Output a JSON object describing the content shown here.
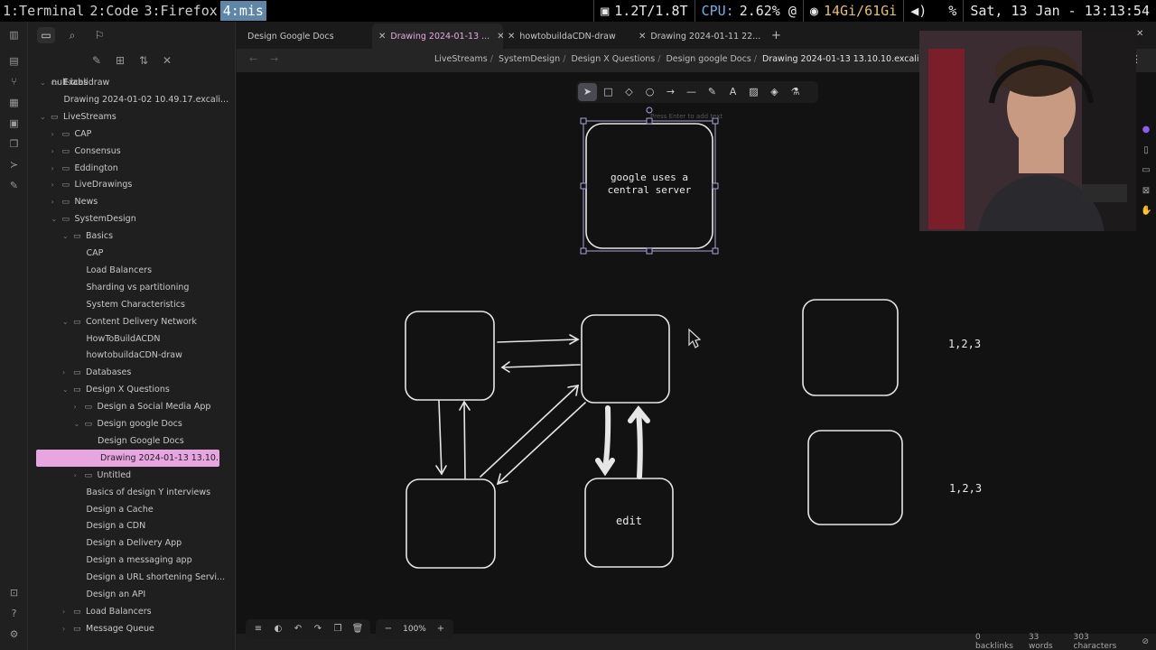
{
  "statusbar": {
    "workspaces": [
      {
        "label": "1:Terminal",
        "active": false
      },
      {
        "label": "2:Code",
        "active": false
      },
      {
        "label": "3:Firefox",
        "active": false
      },
      {
        "label": "4:mis",
        "active": true
      }
    ],
    "disk": "1.2T/1.8T",
    "cpu_label": "CPU:",
    "cpu_value": "2.62% @",
    "memory": "14Gi/61Gi",
    "volume": "%",
    "datetime": "Sat, 13 Jan - 13:13:54"
  },
  "explorer": {
    "vault": "null-labs",
    "items": [
      {
        "label": "Excalidraw",
        "type": "folder",
        "open": true
      },
      {
        "label": "Drawing 2024-01-02 10.49.17.excali...",
        "type": "file"
      },
      {
        "label": "LiveStreams",
        "type": "folder",
        "open": true
      },
      {
        "label": "CAP",
        "type": "folder",
        "open": false
      },
      {
        "label": "Consensus",
        "type": "folder",
        "open": false
      },
      {
        "label": "Eddington",
        "type": "folder",
        "open": false
      },
      {
        "label": "LiveDrawings",
        "type": "folder",
        "open": false
      },
      {
        "label": "News",
        "type": "folder",
        "open": false
      },
      {
        "label": "SystemDesign",
        "type": "folder",
        "open": true
      },
      {
        "label": "Basics",
        "type": "folder",
        "open": true
      },
      {
        "label": "CAP",
        "type": "file"
      },
      {
        "label": "Load Balancers",
        "type": "file"
      },
      {
        "label": "Sharding vs partitioning",
        "type": "file"
      },
      {
        "label": "System Characteristics",
        "type": "file"
      },
      {
        "label": "Content Delivery Network",
        "type": "folder",
        "open": true
      },
      {
        "label": "HowToBuildACDN",
        "type": "file"
      },
      {
        "label": "howtobuildaCDN-draw",
        "type": "file"
      },
      {
        "label": "Databases",
        "type": "folder",
        "open": false
      },
      {
        "label": "Design X Questions",
        "type": "folder",
        "open": true
      },
      {
        "label": "Design a Social Media App",
        "type": "folder",
        "open": false
      },
      {
        "label": "Design google Docs",
        "type": "folder",
        "open": true
      },
      {
        "label": "Design Google Docs",
        "type": "file"
      },
      {
        "label": "Drawing 2024-01-13 13.10.1...",
        "type": "file",
        "active": true
      },
      {
        "label": "Untitled",
        "type": "folder",
        "open": false
      },
      {
        "label": "Basics of design Y interviews",
        "type": "file"
      },
      {
        "label": "Design a Cache",
        "type": "file"
      },
      {
        "label": "Design a CDN",
        "type": "file"
      },
      {
        "label": "Design a Delivery App",
        "type": "file"
      },
      {
        "label": "Design a messaging app",
        "type": "file"
      },
      {
        "label": "Design a URL shortening Servi...",
        "type": "file"
      },
      {
        "label": "Design an API",
        "type": "file"
      },
      {
        "label": "Load Balancers",
        "type": "folder",
        "open": false
      },
      {
        "label": "Message Queue",
        "type": "folder",
        "open": false
      }
    ]
  },
  "tabs": [
    {
      "label": "Design Google Docs",
      "active": false,
      "closable": false
    },
    {
      "label": "Drawing 2024-01-13 ...",
      "active": true,
      "closable": true
    },
    {
      "label": "howtobuildaCDN-draw",
      "active": false,
      "closable": true
    },
    {
      "label": "Drawing 2024-01-11 22...",
      "active": false,
      "closable": true
    }
  ],
  "breadcrumb": [
    "LiveStreams",
    "SystemDesign",
    "Design X Questions",
    "Design google Docs",
    "Drawing 2024-01-13 13.10.10.excalidraw"
  ],
  "canvas": {
    "hint": "Press Enter to add text",
    "central_box_text": "google uses a central server",
    "edit_box_text": "edit",
    "label_1": "1,2,3",
    "label_2": "1,2,3"
  },
  "toolbar_icons": [
    "selection-icon",
    "rectangle-icon",
    "diamond-icon",
    "ellipse-icon",
    "arrow-icon",
    "line-icon",
    "pencil-icon",
    "text-icon",
    "image-icon",
    "eraser-icon",
    "library-icon"
  ],
  "zoom": "100%",
  "footer": {
    "backlinks": "0 backlinks",
    "words": "33 words",
    "characters": "303 characters"
  }
}
